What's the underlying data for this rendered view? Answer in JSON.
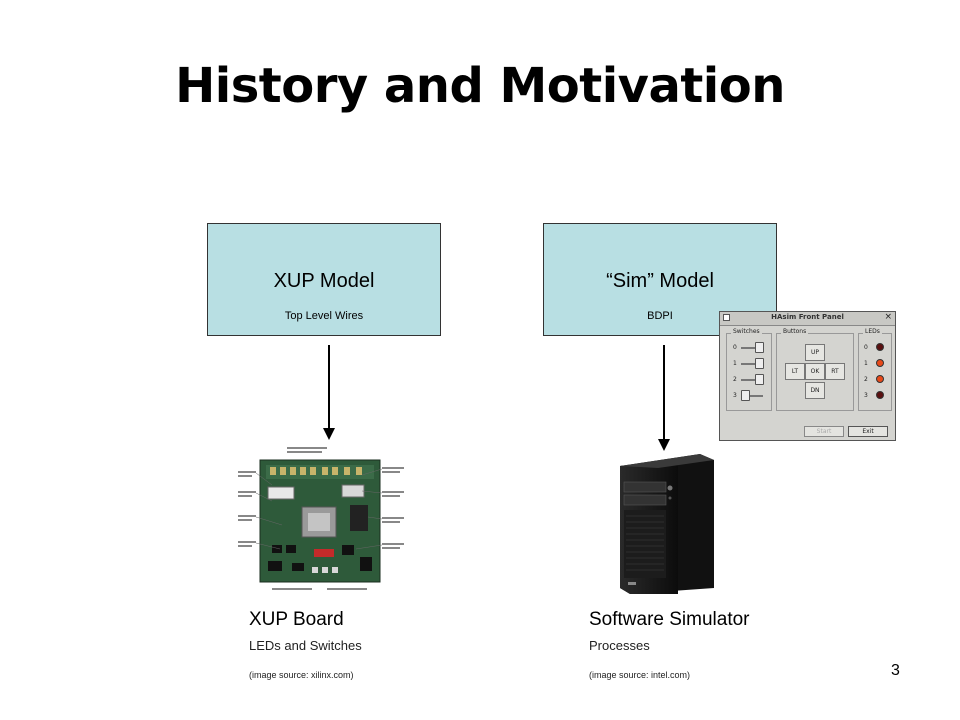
{
  "slide": {
    "title": "History and Motivation",
    "page_number": "3"
  },
  "left": {
    "model_title": "XUP Model",
    "model_sub": "Top Level Wires",
    "caption_title": "XUP Board",
    "caption_sub": "LEDs and Switches",
    "caption_src": "(image source: xilinx.com)"
  },
  "right": {
    "model_title": "“Sim” Model",
    "model_sub": "BDPI",
    "caption_title": "Software Simulator",
    "caption_sub": "Processes",
    "caption_src": "(image source: intel.com)"
  },
  "front_panel": {
    "title": "HAsim Front Panel",
    "close": "×",
    "groups": {
      "switches": "Switches",
      "buttons": "Buttons",
      "leds": "LEDs"
    },
    "switch_labels": [
      "0",
      "1",
      "2",
      "3"
    ],
    "led_labels": [
      "0",
      "1",
      "2",
      "3"
    ],
    "led_colors": [
      "#5a1010",
      "#e84a1a",
      "#e84a1a",
      "#5a1010"
    ],
    "buttons": {
      "up": "UP",
      "left": "LT",
      "ok": "OK",
      "right": "RT",
      "down": "DN"
    },
    "footer": {
      "start": "Start",
      "exit": "Exit"
    }
  },
  "colors": {
    "model_box": "#b8dfe3"
  }
}
